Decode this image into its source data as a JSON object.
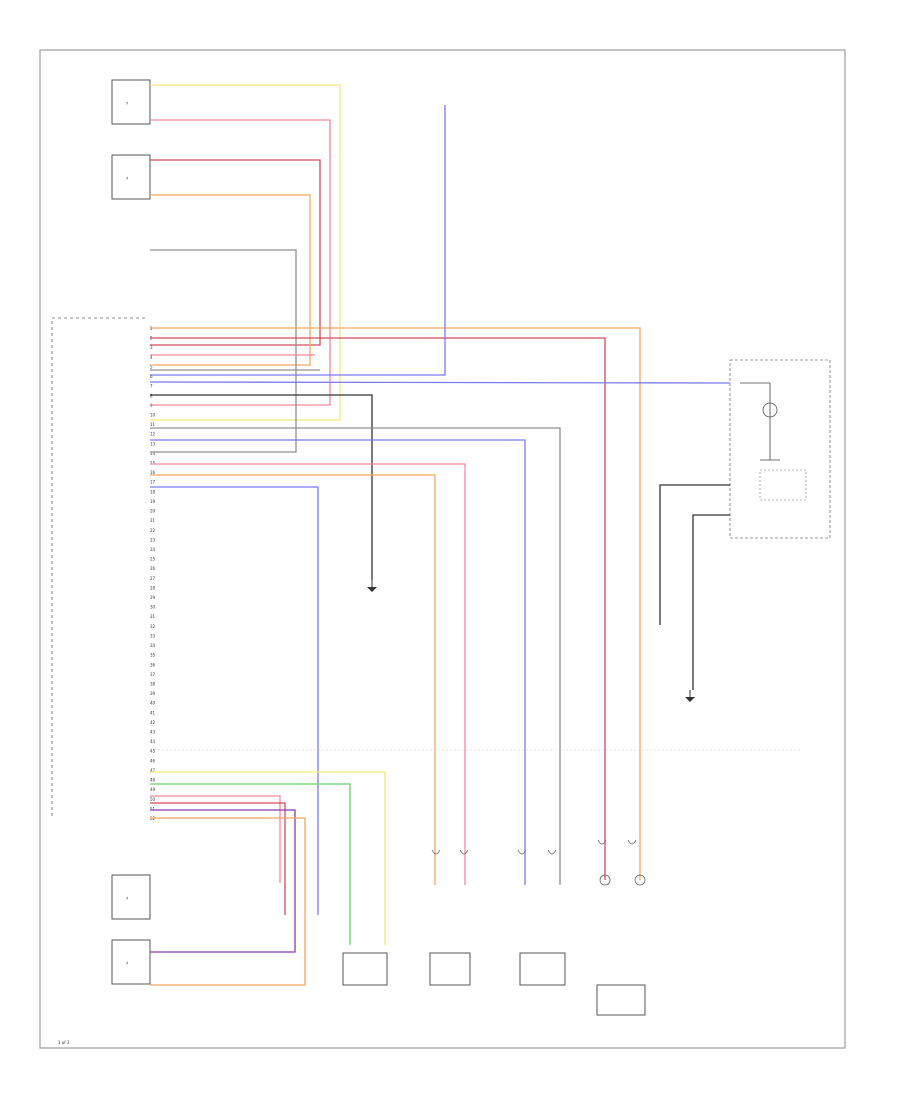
{
  "pins": [
    "1",
    "2",
    "3",
    "4",
    "5",
    "6",
    "7",
    "8",
    "9",
    "10",
    "11",
    "12",
    "13",
    "14",
    "15",
    "16",
    "17",
    "18",
    "19",
    "20",
    "21",
    "22",
    "23",
    "24",
    "25",
    "26",
    "27",
    "28",
    "29",
    "30",
    "31",
    "32",
    "33",
    "34",
    "35",
    "36",
    "37",
    "38",
    "39",
    "40",
    "41",
    "42",
    "43",
    "44",
    "45",
    "46",
    "47",
    "48",
    "49",
    "50",
    "51",
    "52"
  ],
  "footer": {
    "page_code": "1 of 2"
  },
  "colors": {
    "yellow": "#f4e87a",
    "pink": "#f08a9a",
    "red": "#d24a5a",
    "orange": "#f0a860",
    "gray": "#909090",
    "blue": "#7a7af0",
    "green": "#6ad06a",
    "purple": "#8a3ab0",
    "black": "#333333"
  }
}
